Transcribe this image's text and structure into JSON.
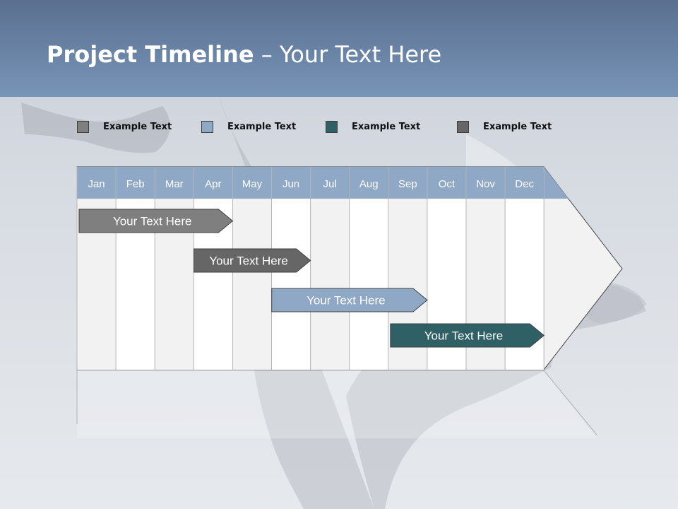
{
  "slide": {
    "title_bold": "Project Timeline",
    "title_rest": " – Your Text Here"
  },
  "legend": [
    {
      "label": "Example Text",
      "color": "#7f7f7f"
    },
    {
      "label": "Example Text",
      "color": "#8ea8c6"
    },
    {
      "label": "Example Text",
      "color": "#2f6065"
    },
    {
      "label": "Example Text",
      "color": "#666666"
    }
  ],
  "timeline": {
    "months": [
      "Jan",
      "Feb",
      "Mar",
      "Apr",
      "May",
      "Jun",
      "Jul",
      "Aug",
      "Sep",
      "Oct",
      "Nov",
      "Dec"
    ],
    "header_color": "#8ea8c6",
    "tasks": [
      {
        "label": "Your  Text Here",
        "start_month": 1.0,
        "end_month": 4.0,
        "color": "#7f7f7f",
        "row": 1
      },
      {
        "label": "Your  Text Here",
        "start_month": 3.95,
        "end_month": 6.0,
        "color": "#666666",
        "row": 2
      },
      {
        "label": "Your  Text Here",
        "start_month": 5.95,
        "end_month": 9.0,
        "color": "#8ea8c6",
        "row": 3
      },
      {
        "label": "Your  Text Here",
        "start_month": 9.0,
        "end_month": 12.0,
        "color": "#2f6065",
        "row": 4
      }
    ]
  }
}
